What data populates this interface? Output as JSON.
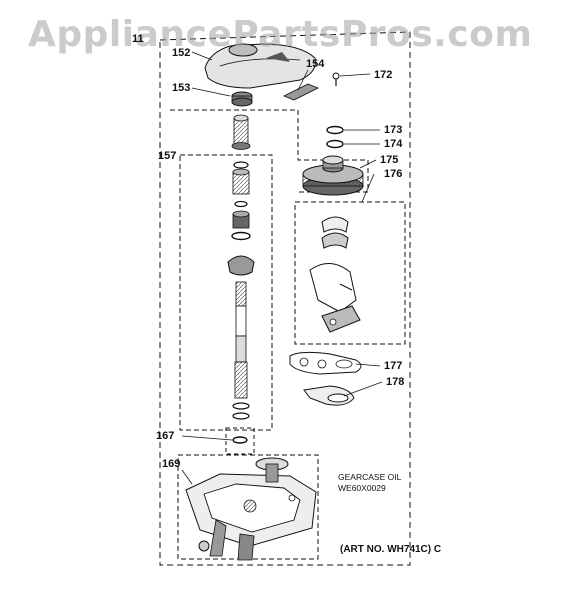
{
  "watermark": "AppliancePartsPros.com",
  "labels": {
    "l11": "11",
    "l152": "152",
    "l153": "153",
    "l154": "154",
    "l157": "157",
    "l167": "167",
    "l169": "169",
    "l172": "172",
    "l173": "173",
    "l174": "174",
    "l175": "175",
    "l176": "176",
    "l177": "177",
    "l178": "178"
  },
  "note": {
    "line1": "GEARCASE OIL",
    "line2": "WE60X0029"
  },
  "art_number": "(ART NO. WH741C) C",
  "colors": {
    "ink": "#111111",
    "watermark": "#a0a0a0",
    "part_gray": "#9a9a9a"
  }
}
